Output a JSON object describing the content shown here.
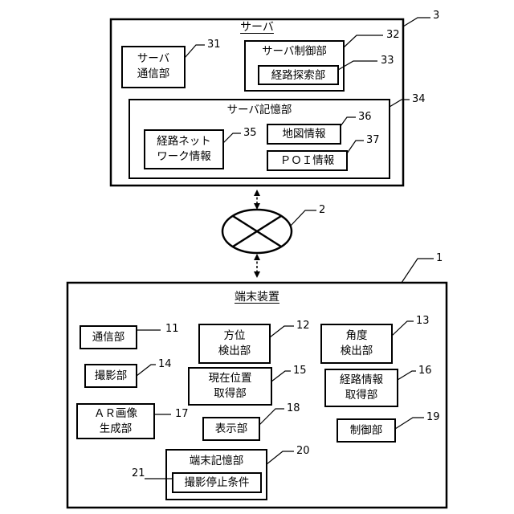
{
  "server": {
    "title": "サーバ",
    "ref": "3",
    "comm": {
      "label_line1": "サーバ",
      "label_line2": "通信部",
      "ref": "31"
    },
    "control": {
      "label": "サーバ制御部",
      "ref": "32"
    },
    "route_search": {
      "label": "経路探索部",
      "ref": "33"
    },
    "storage": {
      "label": "サーバ記憶部",
      "ref": "34"
    },
    "route_network": {
      "label_line1": "経路ネット",
      "label_line2": "ワーク情報",
      "ref": "35"
    },
    "map_info": {
      "label": "地図情報",
      "ref": "36"
    },
    "poi_info": {
      "label": "ＰＯＩ情報",
      "ref": "37"
    }
  },
  "network": {
    "ref": "2"
  },
  "terminal": {
    "title": "端末装置",
    "ref": "1",
    "comm": {
      "label": "通信部",
      "ref": "11"
    },
    "direction": {
      "label_line1": "方位",
      "label_line2": "検出部",
      "ref": "12"
    },
    "angle": {
      "label_line1": "角度",
      "label_line2": "検出部",
      "ref": "13"
    },
    "capture": {
      "label": "撮影部",
      "ref": "14"
    },
    "position": {
      "label_line1": "現在位置",
      "label_line2": "取得部",
      "ref": "15"
    },
    "route_info": {
      "label_line1": "経路情報",
      "label_line2": "取得部",
      "ref": "16"
    },
    "ar_image": {
      "label_line1": "ＡＲ画像",
      "label_line2": "生成部",
      "ref": "17"
    },
    "display": {
      "label": "表示部",
      "ref": "18"
    },
    "control": {
      "label": "制御部",
      "ref": "19"
    },
    "storage": {
      "label": "端末記憶部",
      "ref": "20"
    },
    "stop_condition": {
      "label": "撮影停止条件",
      "ref": "21"
    }
  }
}
